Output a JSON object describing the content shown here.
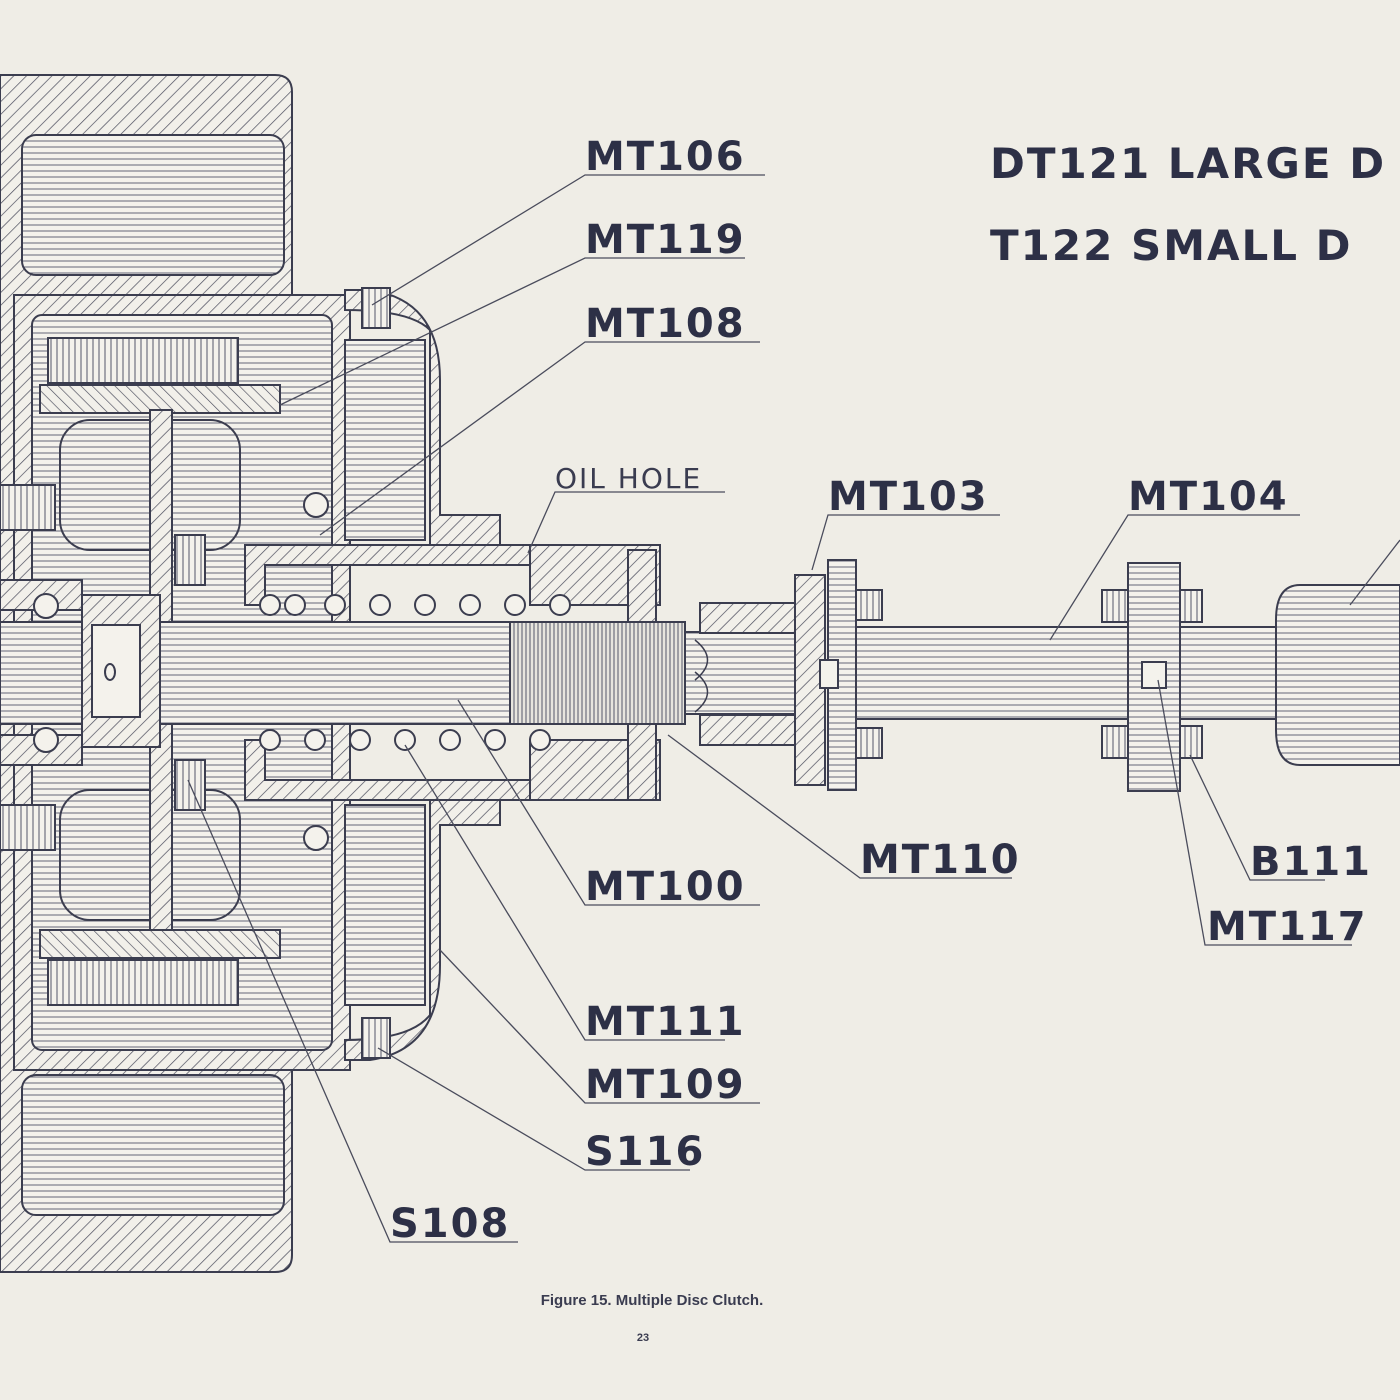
{
  "title_lines": [
    "DT121 LARGE D",
    "T122 SMALL D"
  ],
  "note": "OIL HOLE",
  "labels": {
    "mt106": "MT106",
    "mt119": "MT119",
    "mt108": "MT108",
    "mt103": "MT103",
    "mt104": "MT104",
    "mt110": "MT110",
    "mt100": "MT100",
    "b111": "B111",
    "mt117": "MT117",
    "mt111": "MT111",
    "mt109": "MT109",
    "s116": "S116",
    "s108": "S108"
  },
  "caption": "Figure 15.  Multiple Disc Clutch.",
  "page_number": "23",
  "colors": {
    "paper": "#efede6",
    "ink": "#3b3d4f",
    "label": "#2d3046"
  }
}
